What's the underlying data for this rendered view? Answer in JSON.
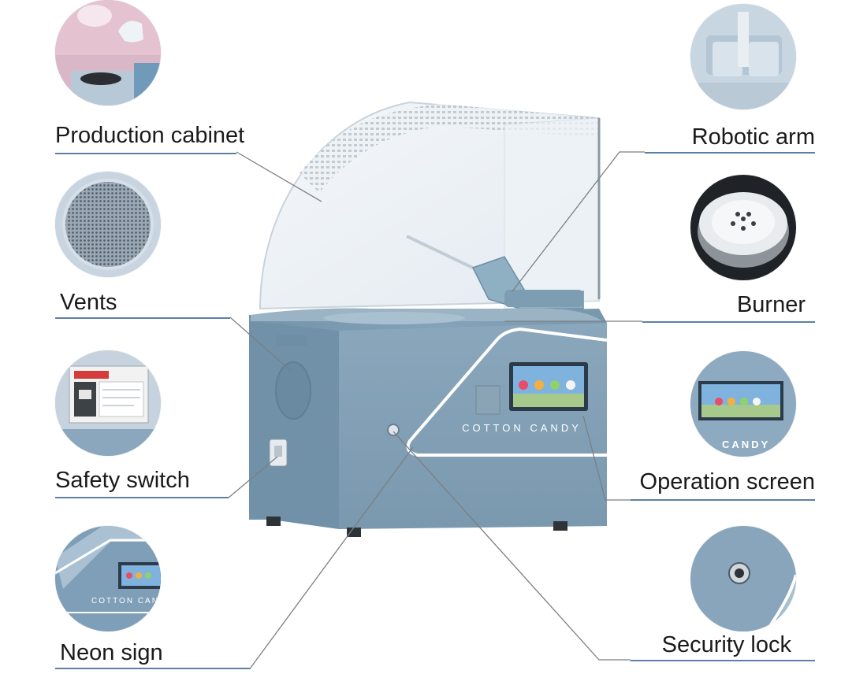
{
  "labels": {
    "production_cabinet": "Production cabinet",
    "vents": "Vents",
    "safety_switch": "Safety switch",
    "neon_sign": "Neon sign",
    "robotic_arm": "Robotic arm",
    "burner": "Burner",
    "operation_screen": "Operation screen",
    "security_lock": "Security lock"
  },
  "machine": {
    "brand_text": "COTTON CANDY",
    "detail_text": "CANDY",
    "neon_detail_text": "COTTON CAND"
  },
  "colors": {
    "body": "#7f9db3",
    "body_dark": "#6d8aa0",
    "rule": "#5d7fa6",
    "neon": "#ffffff"
  }
}
